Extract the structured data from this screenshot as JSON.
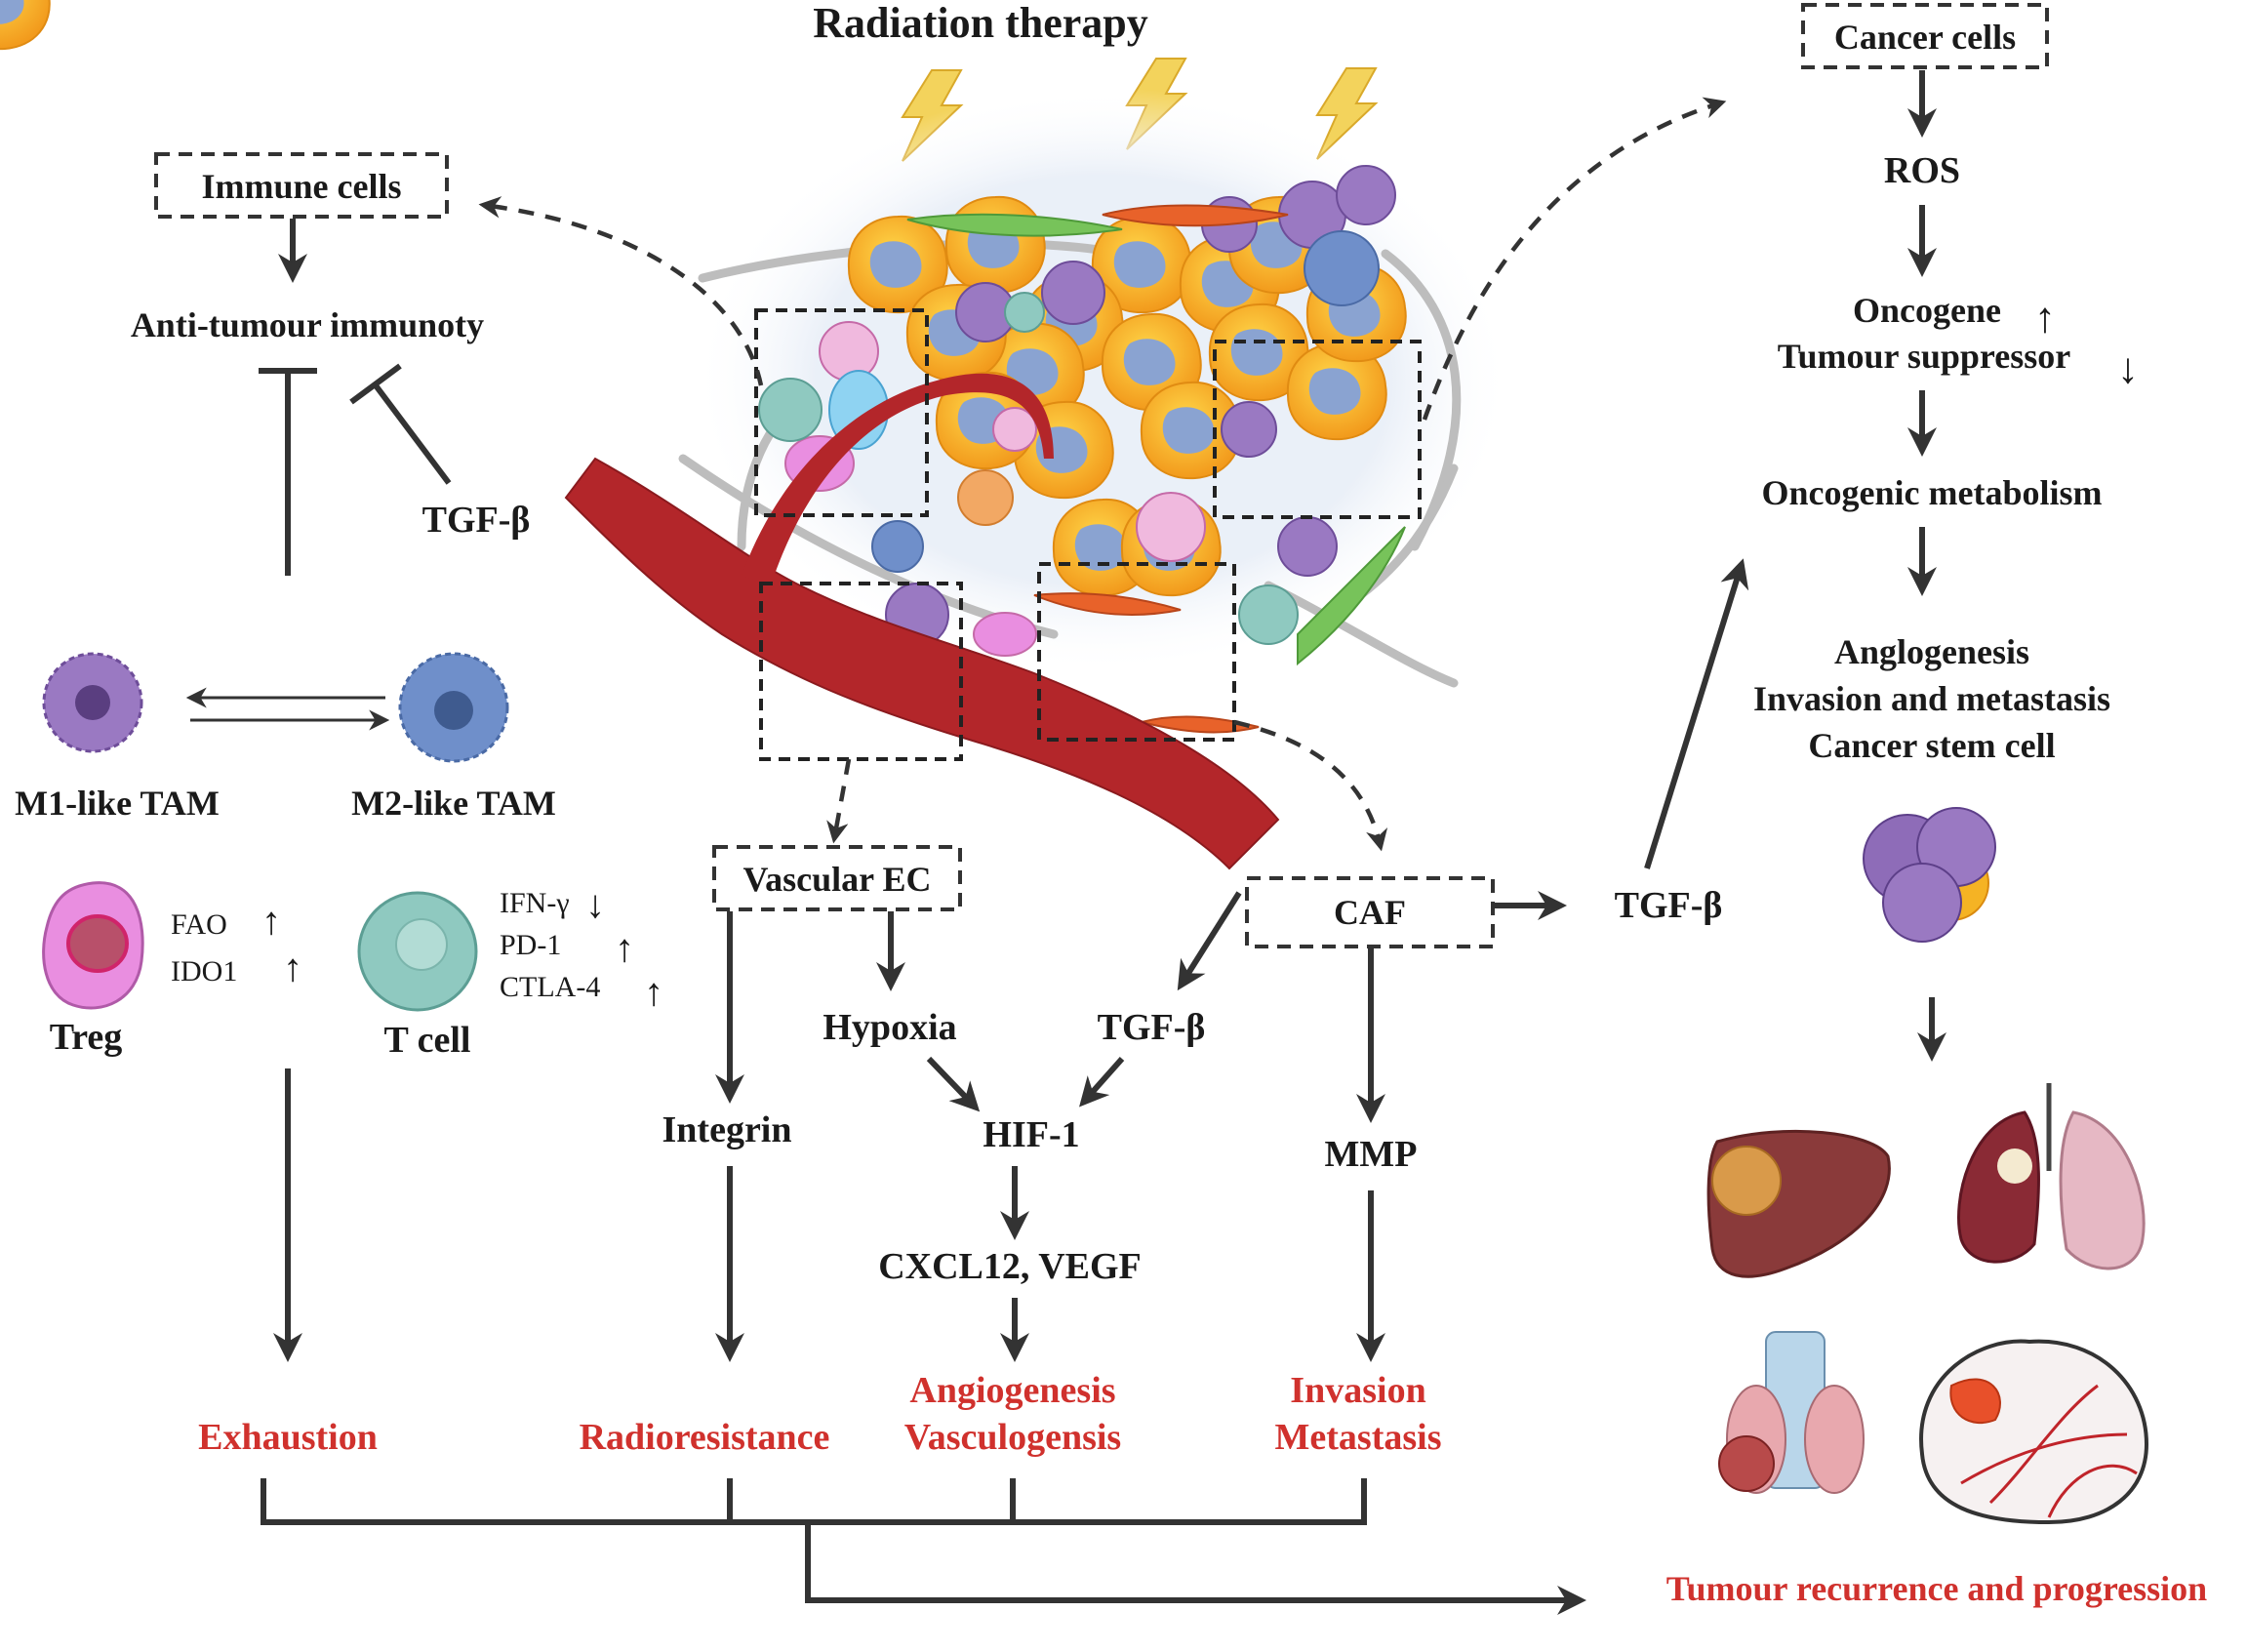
{
  "title": "Radiation therapy",
  "colors": {
    "red_text": "#d0312d",
    "vessel": "#b3262a",
    "tumour_cell": "#f5b324",
    "nucleus": "#8aa3d1",
    "macrophage_m1": "#9a79c2",
    "macrophage_m2": "#6f8fca",
    "treg": "#e98ee0",
    "t_cell": "#8fc9c0",
    "lightning": "#f3d35c",
    "fibroblast": "#77c35a"
  },
  "icons": [
    "lightning-icon",
    "tumour-cell-icon",
    "blood-vessel-icon",
    "m1-macrophage-icon",
    "m2-macrophage-icon",
    "treg-cell-icon",
    "t-cell-icon",
    "cancer-cluster-icon",
    "liver-icon",
    "lung-icon",
    "thyroid-icon",
    "brain-icon"
  ],
  "left": {
    "immune_box": "Immune cells",
    "anti_tumour": "Anti-tumour immunoty",
    "tgf_beta": "TGF-β",
    "m1_label": "M1-like TAM",
    "m2_label": "M2-like TAM",
    "treg_label": "Treg",
    "treg_markers": [
      {
        "name": "FAO",
        "arrow": "↑"
      },
      {
        "name": "IDO1",
        "arrow": "↑"
      }
    ],
    "tcell_label": "T cell",
    "tcell_markers": [
      {
        "name": "IFN-γ",
        "arrow": "↓"
      },
      {
        "name": "PD-1",
        "arrow": "↑"
      },
      {
        "name": "CTLA-4",
        "arrow": "↑"
      }
    ],
    "outcome": "Exhaustion"
  },
  "center": {
    "vascular_box": "Vascular EC",
    "integrin": "Integrin",
    "radioresistance": "Radioresistance",
    "hypoxia": "Hypoxia",
    "tgf_beta": "TGF-β",
    "hif": "HIF-1",
    "cxcl": "CXCL12, VEGF",
    "angio_outcome": [
      "Angiogenesis",
      "Vasculogensis"
    ],
    "caf_box": "CAF",
    "caf_tgf": "TGF-β",
    "mmp": "MMP",
    "invasion_outcome": [
      "Invasion",
      "Metastasis"
    ]
  },
  "right": {
    "cancer_box": "Cancer cells",
    "ros": "ROS",
    "oncogene": "Oncogene",
    "oncogene_arrow": "↑",
    "suppressor": "Tumour suppressor",
    "suppressor_arrow": "↓",
    "metabolism": "Oncogenic metabolism",
    "effects": [
      "Anglogenesis",
      "Invasion and metastasis",
      "Cancer stem cell"
    ],
    "final": "Tumour recurrence and progression"
  }
}
